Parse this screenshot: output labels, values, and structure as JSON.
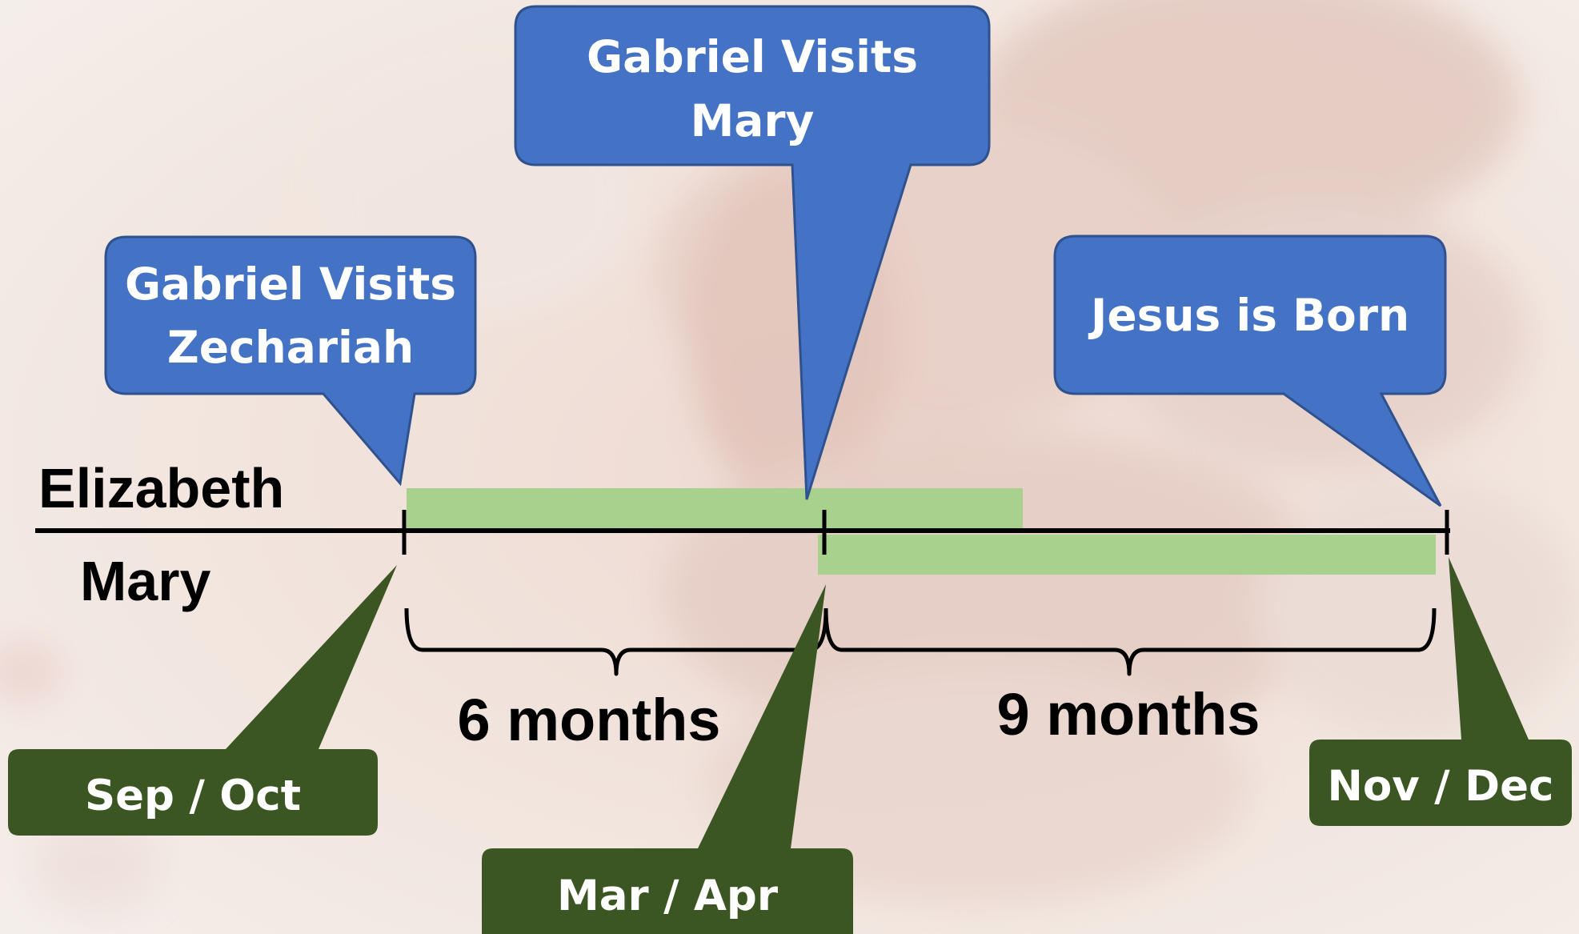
{
  "rows": {
    "top_label": "Elizabeth",
    "bottom_label": "Mary"
  },
  "events": {
    "zechariah": {
      "line1": "Gabriel Visits",
      "line2": "Zechariah"
    },
    "mary": {
      "line1": "Gabriel Visits",
      "line2": "Mary"
    },
    "birth": {
      "line1": "Jesus is Born"
    }
  },
  "dates": {
    "start": "Sep / Oct",
    "middle": "Mar / Apr",
    "end": "Nov / Dec"
  },
  "spans": {
    "first": "6 months",
    "second": "9 months"
  },
  "colors": {
    "callout_blue": "#4472c4",
    "date_green": "#3b5623",
    "bar_green": "#a9d18e",
    "line": "#000000"
  }
}
